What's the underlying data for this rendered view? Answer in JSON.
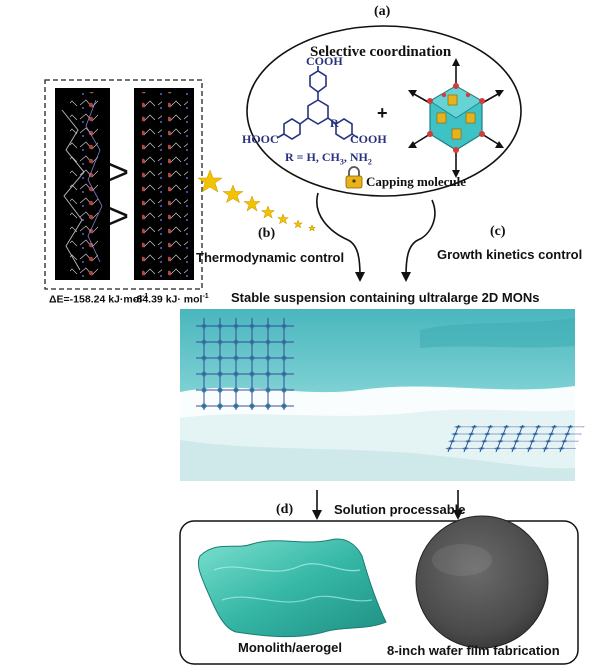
{
  "panels": {
    "a": {
      "label": "(a)",
      "title": "Selective coordination",
      "cooh_top": "COOH",
      "cooh_left": "HOOC",
      "cooh_right": "COOH",
      "r_group": "R",
      "r_def_prefix": "R = H, CH",
      "r_def_sub3": "3",
      "r_def_mid": ", NH",
      "r_def_sub2": "2",
      "plus": "+",
      "capping": "Capping molecule"
    },
    "b": {
      "label": "(b)",
      "caption": "Thermodynamic control",
      "energy_left_prefix": "ΔE=-158.24 kJ·mol",
      "energy_left_sup": "-1",
      "energy_right_prefix": "-84.39 kJ· mol",
      "energy_right_sup": "-1",
      "greater_than_1": ">",
      "greater_than_2": ">"
    },
    "c": {
      "label": "(c)",
      "caption": "Growth kinetics control"
    },
    "center": {
      "caption": "Stable suspension containing ultralarge 2D MONs"
    },
    "d": {
      "label": "(d)",
      "caption": "Solution processable",
      "left_product": "Monolith/aerogel",
      "right_product": "8-inch wafer film fabrication"
    }
  },
  "colors": {
    "linker_blue": "#27327e",
    "sea_teal": "#5fc6c9",
    "aerogel_teal": "#3bbfae",
    "wafer_gray": "#4a4a4a",
    "star_gold": "#f2c200",
    "lock_gold": "#e8b21a"
  }
}
